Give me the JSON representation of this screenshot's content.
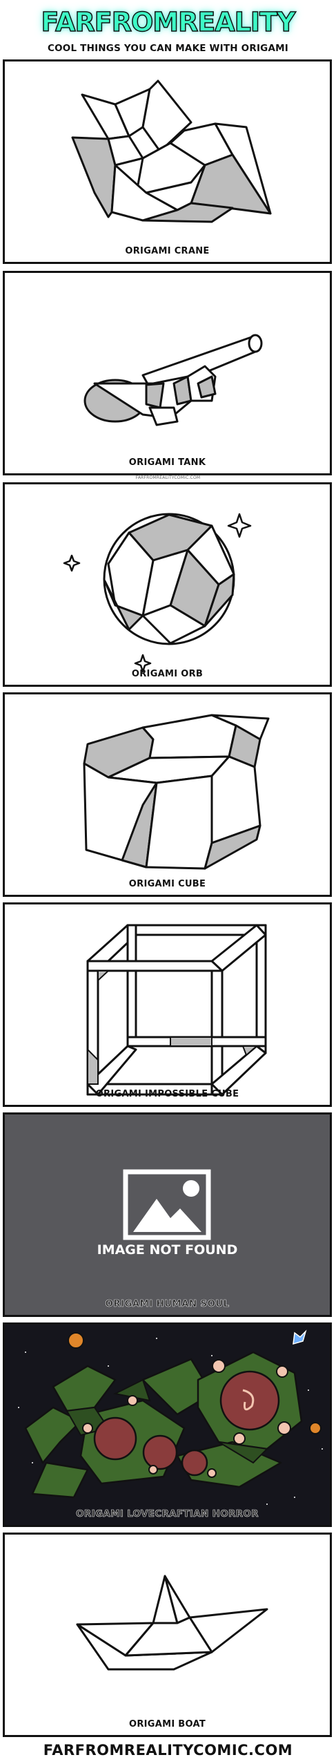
{
  "header": {
    "logo": "FARFROMREALITY",
    "subtitle": "COOL THINGS YOU CAN MAKE WITH ORIGAMI"
  },
  "panels": [
    {
      "caption": "ORIGAMI CRANE",
      "art": "origami-crane"
    },
    {
      "caption": "ORIGAMI TANK",
      "art": "origami-tank"
    },
    {
      "caption": "ORIGAMI ORB",
      "art": "origami-orb"
    },
    {
      "caption": "ORIGAMI CUBE",
      "art": "origami-cube"
    },
    {
      "caption": "ORIGAMI IMPOSSIBLE CUBE",
      "art": "origami-impossible-cube"
    },
    {
      "caption": "ORIGAMI HUMAN SOUL",
      "art": "image-not-found-icon",
      "placeholder_text": "IMAGE NOT FOUND"
    },
    {
      "caption": "ORIGAMI LOVECRAFTIAN HORROR",
      "art": "origami-lovecraftian-horror"
    },
    {
      "caption": "ORIGAMI BOAT",
      "art": "origami-boat"
    }
  ],
  "watermark": "FARFROMREALITYCOMIC.COM",
  "footer": "FARFROMREALITYCOMIC.COM",
  "colors": {
    "logo": "#3dfbc6",
    "fold_gray": "#bdbdbd",
    "soul_panel": "#58585c",
    "space": "#15151c",
    "horror_green": "#3f6a2c"
  }
}
